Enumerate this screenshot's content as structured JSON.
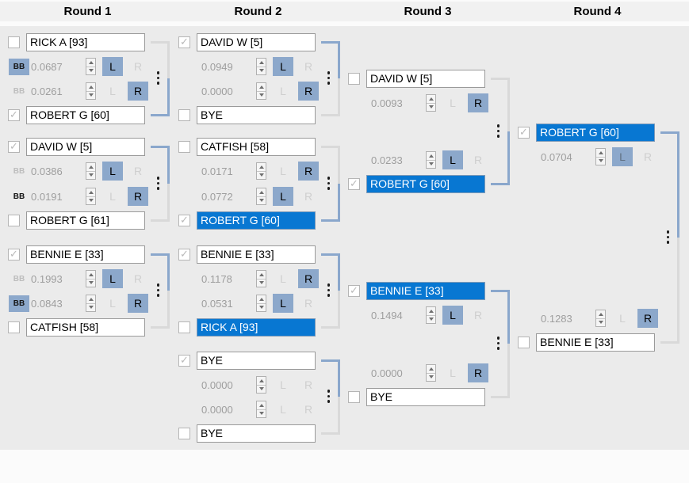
{
  "labels": {
    "left": "L",
    "right": "R",
    "bb": "BB"
  },
  "colors": {
    "selected_row_bg": "#0877d2",
    "control_active_bg": "#8ca8cb",
    "bracket_winner": "#8aa7cc",
    "bracket_loser": "#d9d9d9",
    "canvas_bg": "#ebebeb"
  },
  "rounds": [
    {
      "name": "Round 1",
      "matches": [
        {
          "top": {
            "name": "RICK A [93]",
            "checked": false,
            "selected": false
          },
          "bottom": {
            "name": "ROBERT G [60]",
            "checked": true,
            "selected": false
          },
          "rows": [
            {
              "bb": "highlight",
              "value": "0.0687",
              "l": "on",
              "r": "off"
            },
            {
              "bb": "inactive",
              "value": "0.0261",
              "l": "off",
              "r": "on"
            }
          ],
          "winner_side": "bottom"
        },
        {
          "top": {
            "name": "DAVID W [5]",
            "checked": true,
            "selected": false
          },
          "bottom": {
            "name": "ROBERT G [61]",
            "checked": false,
            "selected": false
          },
          "rows": [
            {
              "bb": "inactive",
              "value": "0.0386",
              "l": "on",
              "r": "off"
            },
            {
              "bb": "active",
              "value": "0.0191",
              "l": "off",
              "r": "on"
            }
          ],
          "winner_side": "top"
        },
        {
          "top": {
            "name": "BENNIE E [33]",
            "checked": true,
            "selected": false
          },
          "bottom": {
            "name": "CATFISH [58]",
            "checked": false,
            "selected": false
          },
          "rows": [
            {
              "bb": "inactive",
              "value": "0.1993",
              "l": "on",
              "r": "off"
            },
            {
              "bb": "highlight",
              "value": "0.0843",
              "l": "off",
              "r": "on"
            }
          ],
          "winner_side": "top"
        }
      ]
    },
    {
      "name": "Round 2",
      "matches": [
        {
          "top": {
            "name": "DAVID W [5]",
            "checked": true,
            "selected": false
          },
          "bottom": {
            "name": "BYE",
            "checked": false,
            "selected": false
          },
          "rows": [
            {
              "bb": null,
              "value": "0.0949",
              "l": "on",
              "r": "off"
            },
            {
              "bb": null,
              "value": "0.0000",
              "l": "off",
              "r": "on"
            }
          ],
          "winner_side": "top"
        },
        {
          "top": {
            "name": "CATFISH [58]",
            "checked": false,
            "selected": false
          },
          "bottom": {
            "name": "ROBERT G [60]",
            "checked": true,
            "selected": true
          },
          "rows": [
            {
              "bb": null,
              "value": "0.0171",
              "l": "off",
              "r": "on"
            },
            {
              "bb": null,
              "value": "0.0772",
              "l": "on",
              "r": "off"
            }
          ],
          "winner_side": "bottom"
        },
        {
          "top": {
            "name": "BENNIE E [33]",
            "checked": true,
            "selected": false
          },
          "bottom": {
            "name": "RICK A [93]",
            "checked": false,
            "selected": true
          },
          "rows": [
            {
              "bb": null,
              "value": "0.1178",
              "l": "off",
              "r": "on"
            },
            {
              "bb": null,
              "value": "0.0531",
              "l": "on",
              "r": "off"
            }
          ],
          "winner_side": "top"
        },
        {
          "top": {
            "name": "BYE",
            "checked": true,
            "selected": false
          },
          "bottom": {
            "name": "BYE",
            "checked": false,
            "selected": false
          },
          "rows": [
            {
              "bb": null,
              "value": "0.0000",
              "l": "off",
              "r": "off"
            },
            {
              "bb": null,
              "value": "0.0000",
              "l": "off",
              "r": "off"
            }
          ],
          "winner_side": "top"
        }
      ]
    },
    {
      "name": "Round 3",
      "matches": [
        {
          "top": {
            "name": "DAVID W [5]",
            "checked": false,
            "selected": false
          },
          "bottom": {
            "name": "ROBERT G [60]",
            "checked": true,
            "selected": true
          },
          "rows": [
            {
              "bb": null,
              "value": "0.0093",
              "l": "off",
              "r": "on"
            },
            {
              "bb": null,
              "value": "0.0233",
              "l": "on",
              "r": "off"
            }
          ],
          "winner_side": "bottom"
        },
        {
          "top": {
            "name": "BENNIE E [33]",
            "checked": true,
            "selected": true
          },
          "bottom": {
            "name": "BYE",
            "checked": false,
            "selected": false
          },
          "rows": [
            {
              "bb": null,
              "value": "0.1494",
              "l": "on",
              "r": "off"
            },
            {
              "bb": null,
              "value": "0.0000",
              "l": "off",
              "r": "on"
            }
          ],
          "winner_side": "top"
        }
      ]
    },
    {
      "name": "Round 4",
      "matches": [
        {
          "top": {
            "name": "ROBERT G [60]",
            "checked": true,
            "selected": true
          },
          "bottom": {
            "name": "BENNIE E [33]",
            "checked": false,
            "selected": false
          },
          "rows": [
            {
              "bb": null,
              "value": "0.0704",
              "l": "dim",
              "r": "off"
            },
            {
              "bb": null,
              "value": "0.1283",
              "l": "off",
              "r": "on"
            }
          ],
          "winner_side": "top"
        }
      ]
    }
  ]
}
